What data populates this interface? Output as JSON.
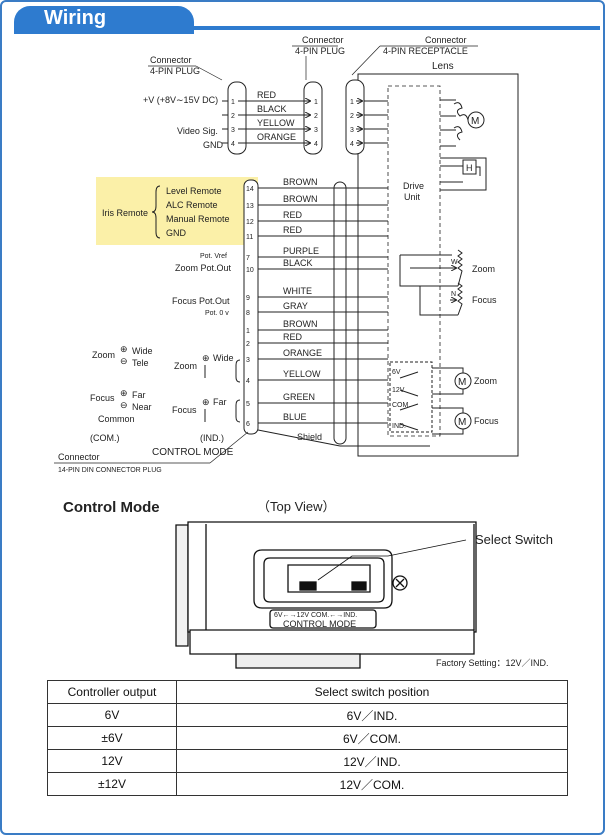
{
  "wiring": {
    "title": "Wiring",
    "connector_plug": [
      "Connector",
      "4-PIN PLUG"
    ],
    "connector_plug_center": [
      "Connector",
      "4-PIN PLUG"
    ],
    "connector_receptacle": [
      "Connector",
      "4-PIN RECEPTACLE"
    ],
    "lens_label": "Lens",
    "power_label": "+V (+8V∼15V DC)",
    "video_labels": [
      "Video Sig.",
      "GND"
    ],
    "pin_numbers": [
      "1",
      "2",
      "3",
      "4"
    ],
    "wire_colors_4pin": [
      "RED",
      "BLACK",
      "YELLOW",
      "ORANGE"
    ],
    "motor_label": "M",
    "hall_label": "H",
    "drive_unit": [
      "Drive",
      "Unit"
    ],
    "iris_remote_label": "Iris Remote",
    "iris_items": [
      "Level Remote",
      "ALC Remote",
      "Manual Remote",
      "GND"
    ],
    "pins_14": [
      {
        "pin": "14",
        "wire": "BROWN"
      },
      {
        "pin": "13",
        "wire": "BROWN"
      },
      {
        "pin": "12",
        "wire": "RED"
      },
      {
        "pin": "11",
        "wire": "RED"
      },
      {
        "pin": "7",
        "wire": "PURPLE"
      },
      {
        "pin": "10",
        "wire": "BLACK"
      },
      {
        "pin": "9",
        "wire": "WHITE"
      },
      {
        "pin": "8",
        "wire": "GRAY"
      },
      {
        "pin": "1",
        "wire": "BROWN"
      },
      {
        "pin": "2",
        "wire": "RED"
      },
      {
        "pin": "3",
        "wire": "ORANGE"
      },
      {
        "pin": "4",
        "wire": "YELLOW"
      },
      {
        "pin": "5",
        "wire": "GREEN"
      },
      {
        "pin": "6",
        "wire": "BLUE"
      }
    ],
    "shield_label": "Shield",
    "pot_vref": "Pot. Vref",
    "zoom_pot_out": "Zoom Pot.Out",
    "focus_pot_out": "Focus Pot.Out",
    "pot_0v": "Pot. 0 v",
    "pot_zoom_label": "Zoom",
    "pot_focus_label": "Focus",
    "w_label": "W",
    "n_label": "N",
    "zoom_left": "Zoom",
    "wide": "Wide",
    "tele": "Tele",
    "focus_left": "Focus",
    "far": "Far",
    "near": "Near",
    "common": "Common",
    "com_label": "(COM.)",
    "ind_label": "(IND.)",
    "zoom_mid": "Zoom",
    "focus_mid": "Focus",
    "plus_minus": [
      "⊕",
      "⊖"
    ],
    "control_mode": "CONTROL MODE",
    "switch_labels": [
      "6V",
      "12V",
      "COM.",
      "IND."
    ],
    "motor_zoom": "Zoom",
    "motor_focus": "Focus",
    "din_connector": [
      "Connector",
      "14-PIN DIN CONNECTOR PLUG"
    ]
  },
  "control_mode": {
    "heading": "Control Mode",
    "top_view": "（Top View）",
    "select_switch": "Select Switch",
    "switch_scale": "6V←→12V COM.←→IND.",
    "switch_caption": "CONTROL MODE",
    "factory_setting": "Factory Setting：12V／IND."
  },
  "table": {
    "headers": [
      "Controller output",
      "Select switch position"
    ],
    "rows": [
      [
        "6V",
        "6V／IND."
      ],
      [
        "±6V",
        "6V／COM."
      ],
      [
        "12V",
        "12V／IND."
      ],
      [
        "±12V",
        "12V／COM."
      ]
    ]
  }
}
